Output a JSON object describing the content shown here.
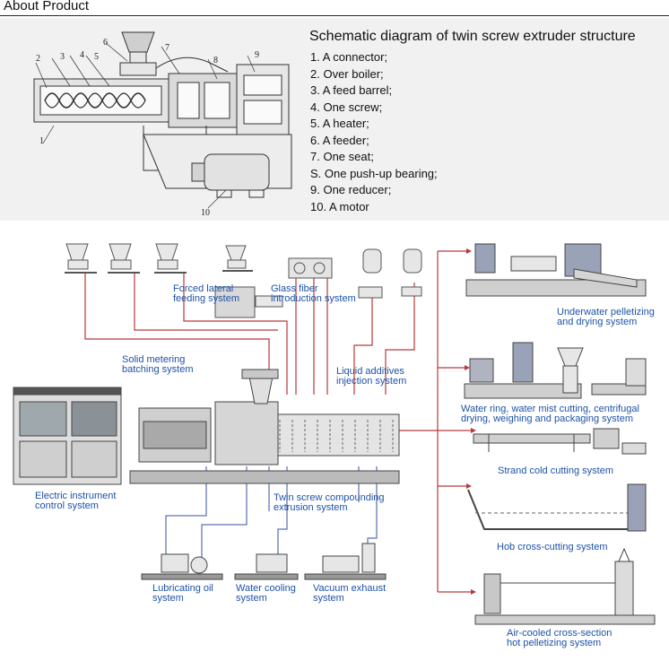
{
  "header": {
    "title": "About Product"
  },
  "schematic": {
    "title": "Schematic diagram of twin screw extruder structure",
    "parts": [
      "1. A connector;",
      "2. Over boiler;",
      "3. A feed barrel;",
      "4. One screw;",
      "5. A heater;",
      "6. A feeder;",
      "7. One seat;",
      "S. One push-up bearing;",
      "9. One reducer;",
      "10. A motor"
    ],
    "callouts": [
      "1",
      "2",
      "3",
      "4",
      "5",
      "6",
      "7",
      "8",
      "9",
      "10"
    ]
  },
  "flow": {
    "labels": {
      "forced_lateral": [
        "Forced lateral",
        "feeding system"
      ],
      "glass_fiber": [
        "Glass fiber",
        "introduction system"
      ],
      "solid_metering": [
        "Solid metering",
        "batching system"
      ],
      "liquid_additives": [
        "Liquid additives",
        "injection system"
      ],
      "electric": [
        "Electric instrument",
        "control system"
      ],
      "twin_screw": [
        "Twin screw compounding",
        "extrusion system"
      ],
      "lubricating": [
        "Lubricating oil",
        "system"
      ],
      "water_cooling": [
        "Water cooling",
        "system"
      ],
      "vacuum": [
        "Vacuum exhaust",
        "system"
      ],
      "underwater": [
        "Underwater pelletizing",
        "and drying system"
      ],
      "water_ring": [
        "Water ring, water mist cutting, centrifugal",
        "drying, weighing and packaging system"
      ],
      "strand": [
        "Strand cold cutting system"
      ],
      "hob": [
        "Hob cross-cutting system"
      ],
      "air_cooled": [
        "Air-cooled cross-section",
        "hot pelletizing system"
      ]
    }
  },
  "colors": {
    "flow_line": "#b83a3a",
    "label_text": "#1d52a6",
    "panel_bg": "#f1f1f1",
    "line_art": "#333333"
  }
}
